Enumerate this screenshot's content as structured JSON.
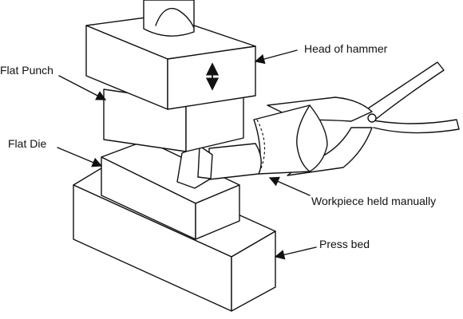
{
  "labels": {
    "head_of_hammer": "Head of hammer",
    "flat_punch": "Flat Punch",
    "flat_die": "Flat Die",
    "workpiece": "Workpiece held manually",
    "press_bed": "Press bed"
  },
  "icons": [
    "double-arrow-icon",
    "arrow-icon"
  ],
  "colors": {
    "line": "#111111",
    "background": "#ffffff"
  }
}
